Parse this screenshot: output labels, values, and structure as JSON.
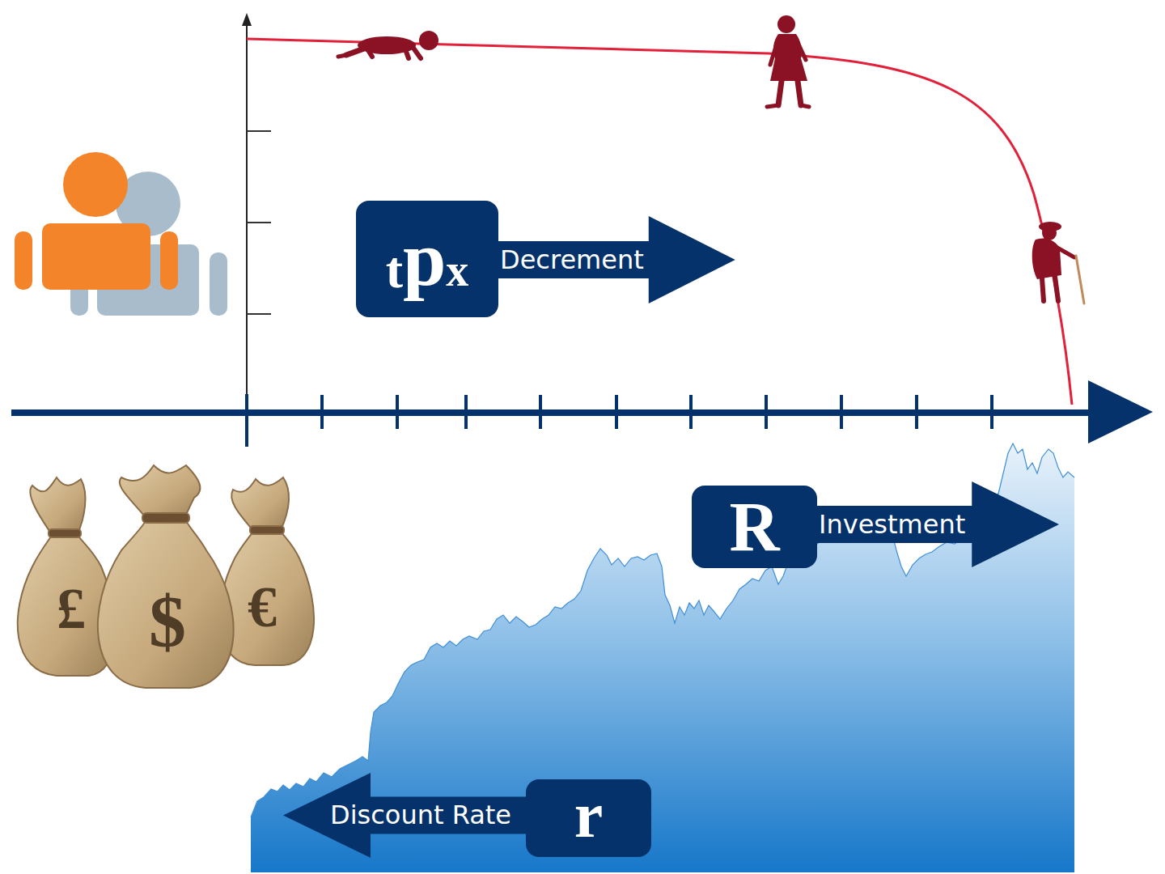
{
  "diagram": {
    "nodes": [
      {
        "text": [
          "t",
          "p",
          "x"
        ]
      },
      {
        "text": [
          "Decrement"
        ]
      },
      {
        "text": [
          "R"
        ]
      },
      {
        "text": [
          "Investment"
        ]
      },
      {
        "text": [
          "r"
        ]
      },
      {
        "text": [
          "Discount Rate"
        ]
      }
    ],
    "labels": [
      "£",
      "$",
      "€"
    ]
  }
}
